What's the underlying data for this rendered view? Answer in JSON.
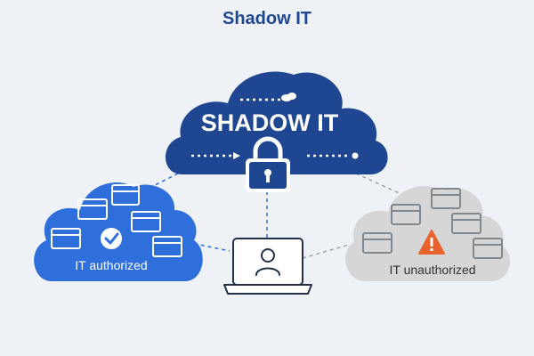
{
  "title": "Shadow IT",
  "center_cloud": {
    "label": "SHADOW IT"
  },
  "left_cloud": {
    "label": "IT authorized"
  },
  "right_cloud": {
    "label": "IT unauthorized"
  },
  "icons": {
    "lock": "padlock-icon",
    "check": "checkmark-icon",
    "warning": "warning-icon",
    "laptop": "laptop-user-icon",
    "window": "app-window-icon"
  },
  "colors": {
    "background": "#eef2f7",
    "center_cloud": "#1f4690",
    "authorized_cloud": "#2f6fdb",
    "unauthorized_cloud": "#d6d6d6",
    "warning": "#e8622c",
    "connector": "#2f6fdb"
  }
}
